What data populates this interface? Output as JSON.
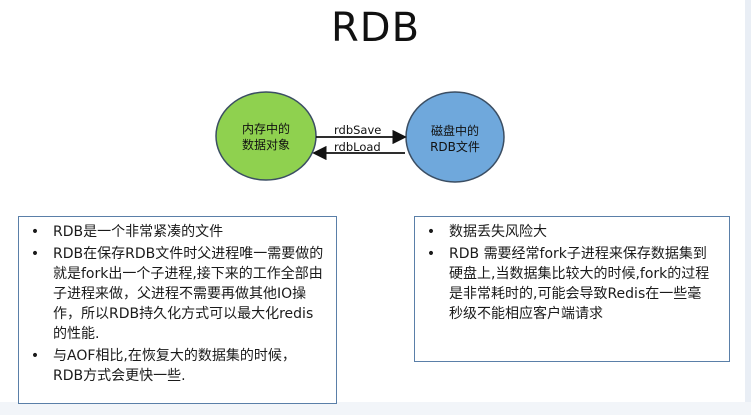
{
  "title": "RDB",
  "diagram": {
    "memory_node": [
      "内存中的",
      "数据对象"
    ],
    "disk_node": [
      "磁盘中的",
      "RDB文件"
    ],
    "save_arrow": "rdbSave",
    "load_arrow": "rdbLoad",
    "colors": {
      "memory_fill": "#8fd14f",
      "disk_fill": "#6fa8dc",
      "outline": "#3b4e63"
    }
  },
  "left_box": {
    "bullet": "•",
    "items": [
      "RDB是一个非常紧凑的文件",
      "RDB在保存RDB文件时父进程唯一需要做的就是fork出一个子进程,接下来的工作全部由子进程来做，父进程不需要再做其他IO操作，所以RDB持久化方式可以最大化redis的性能.",
      "与AOF相比,在恢复大的数据集的时候，RDB方式会更快一些."
    ]
  },
  "right_box": {
    "bullet": "•",
    "items": [
      "数据丢失风险大",
      "RDB 需要经常fork子进程来保存数据集到硬盘上,当数据集比较大的时候,fork的过程是非常耗时的,可能会导致Redis在一些毫秒级不能相应客户端请求"
    ]
  }
}
